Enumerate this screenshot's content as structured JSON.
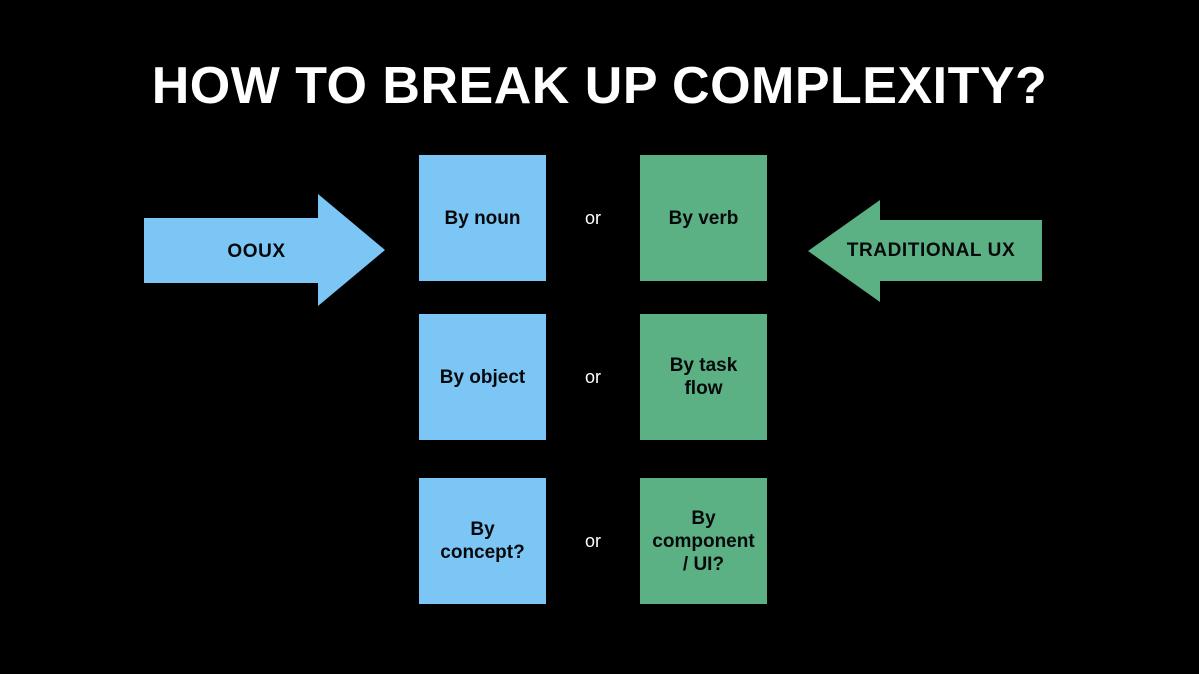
{
  "slide": {
    "background_color": "#000000",
    "title": "HOW TO BREAK UP COMPLEXITY?",
    "title_color": "#ffffff"
  },
  "palette": {
    "blue": "#7cc6f5",
    "green": "#5cb184",
    "text_dark": "#06090b",
    "text_light": "#ffffff"
  },
  "arrows": {
    "left": {
      "label": "OOUX",
      "color": "#7cc6f5",
      "direction": "right",
      "label_color": "#06090b"
    },
    "right": {
      "label": "TRADITIONAL UX",
      "color": "#5cb184",
      "direction": "left",
      "label_color": "#06090b"
    }
  },
  "separator_label": "or",
  "rows": [
    {
      "left": {
        "lines": [
          "By noun"
        ],
        "text": "By noun",
        "color": "#7cc6f5"
      },
      "separator": "or",
      "right": {
        "lines": [
          "By verb"
        ],
        "text": "By verb",
        "color": "#5cb184"
      }
    },
    {
      "left": {
        "lines": [
          "By object"
        ],
        "text": "By object",
        "color": "#7cc6f5"
      },
      "separator": "or",
      "right": {
        "lines": [
          "By task",
          "flow"
        ],
        "text": "By task flow",
        "color": "#5cb184"
      }
    },
    {
      "left": {
        "lines": [
          "By",
          "concept?"
        ],
        "text": "By concept?",
        "color": "#7cc6f5"
      },
      "separator": "or",
      "right": {
        "lines": [
          "By",
          "component",
          "/ UI?"
        ],
        "text": "By component / UI?",
        "color": "#5cb184"
      }
    }
  ]
}
